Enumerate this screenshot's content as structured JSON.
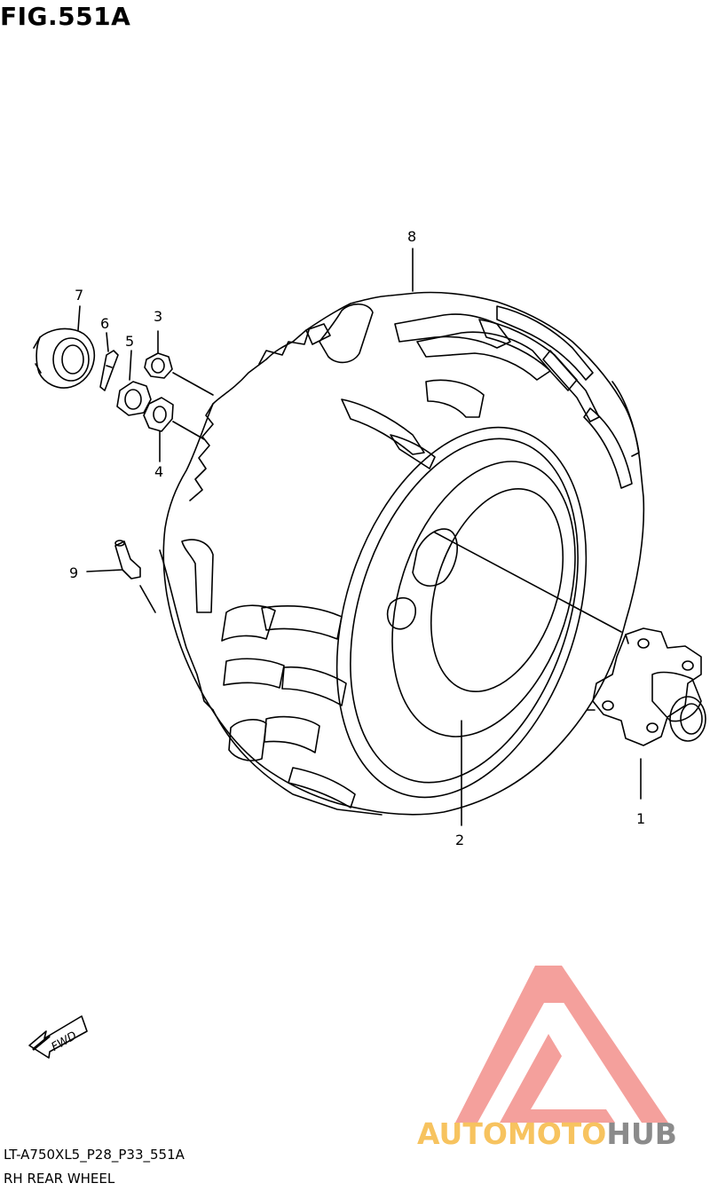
{
  "figure": {
    "title": "FIG.551A",
    "code": "LT-A750XL5_P28_P33_551A",
    "name": "RH REAR WHEEL"
  },
  "callouts": [
    "1",
    "2",
    "3",
    "4",
    "5",
    "6",
    "7",
    "8",
    "9"
  ],
  "fwd_label": "FWD",
  "watermark": {
    "text_a": "AUTOMOTO",
    "text_b": "HUB",
    "color_triangle": "#f4a09c",
    "color_text_a": "#f7c35f",
    "color_text_b": "#8b8b8b"
  }
}
